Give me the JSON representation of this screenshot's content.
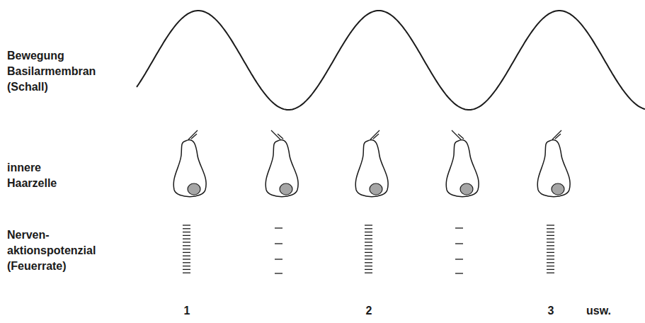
{
  "diagram": {
    "labels": [
      "Bewegung Basilarmembran (Schall)",
      "innere Haarzelle",
      "Nerven- aktionspotenzial (Feuerrate)",
      "1",
      "2",
      "3",
      "usw."
    ]
  }
}
